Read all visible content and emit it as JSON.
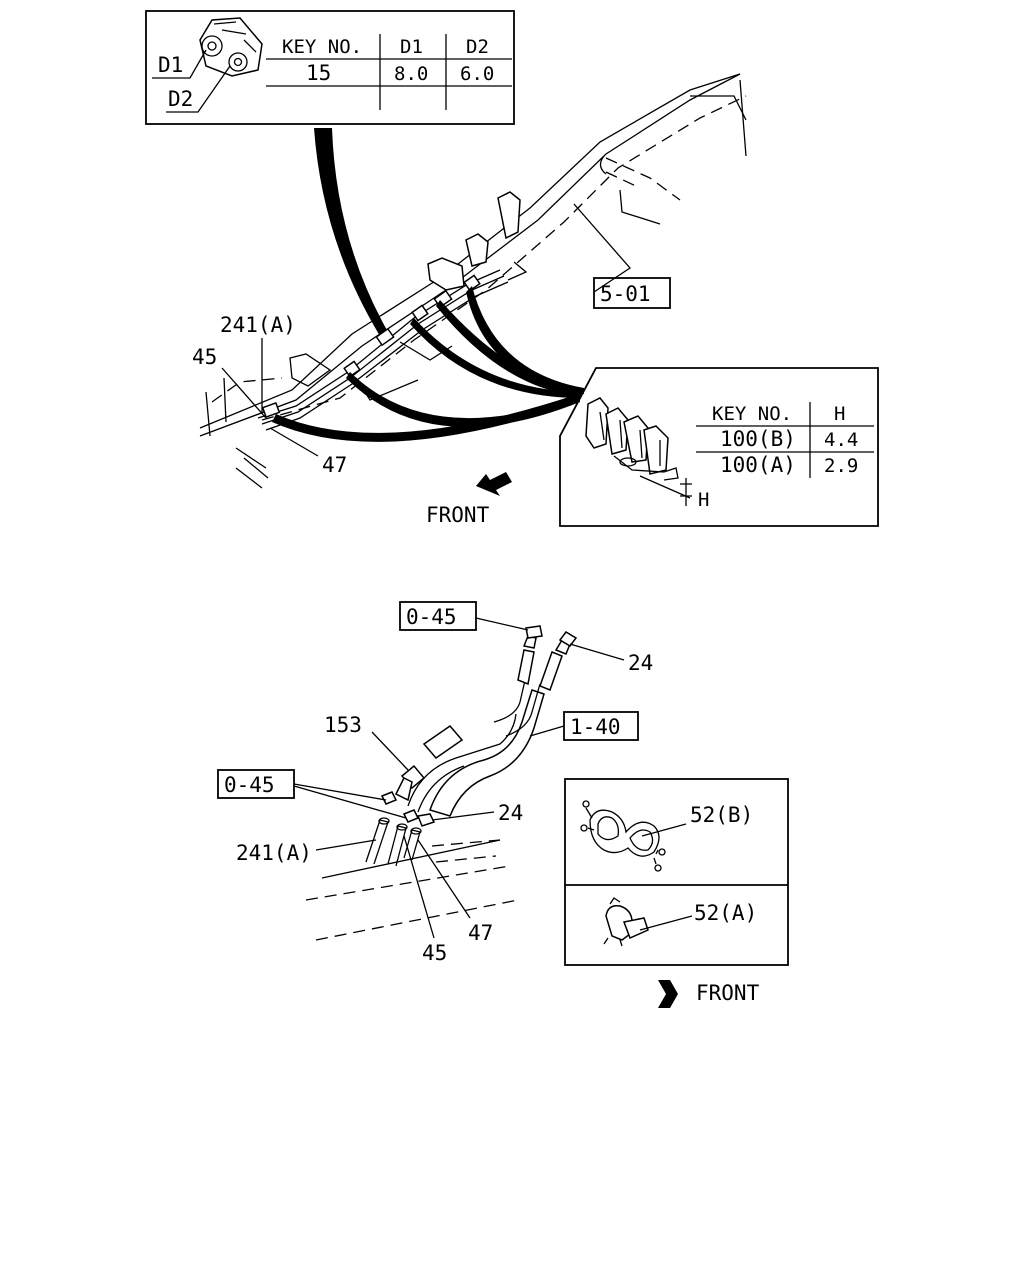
{
  "top_table": {
    "headers": [
      "KEY NO.",
      "D1",
      "D2"
    ],
    "row": [
      "15",
      "8.0",
      "6.0"
    ],
    "callout_d1": "D1",
    "callout_d2": "D2"
  },
  "right_table": {
    "headers": [
      "KEY NO.",
      "H"
    ],
    "rows": [
      [
        "100(B)",
        "4.4"
      ],
      [
        "100(A)",
        "2.9"
      ]
    ],
    "dim_label": "H"
  },
  "top_view": {
    "ref_box": "5-01",
    "labels": {
      "p241a": "241(A)",
      "p45": "45",
      "p47": "47"
    },
    "front": "FRONT"
  },
  "bottom_view": {
    "ref_box_top": "0-45",
    "ref_box_left": "0-45",
    "ref_box_hose": "1-40",
    "labels": {
      "p24_top": "24",
      "p153": "153",
      "p24_mid": "24",
      "p241a": "241(A)",
      "p45": "45",
      "p47": "47"
    }
  },
  "clip_inset": {
    "p52b": "52(B)",
    "p52a": "52(A)"
  },
  "front_bottom": "FRONT"
}
